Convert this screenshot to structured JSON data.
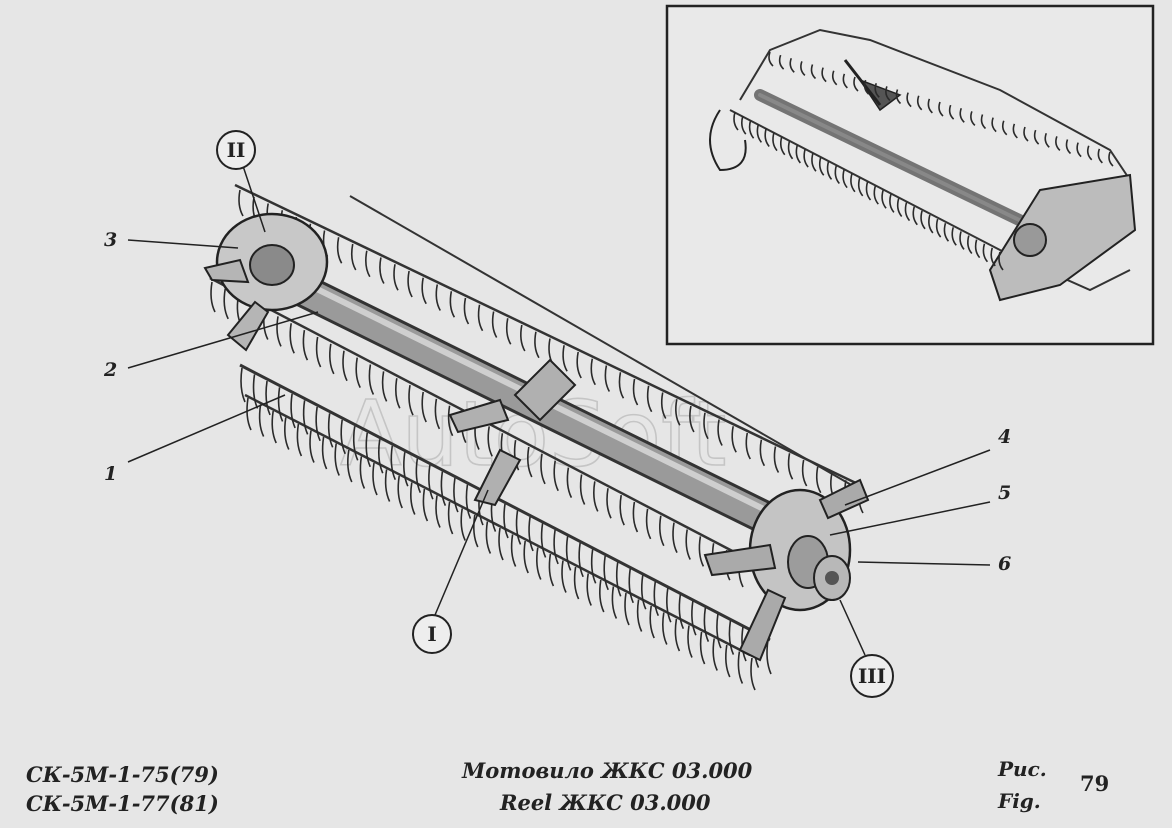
{
  "figure": {
    "watermark": "AutoSoft",
    "callouts": [
      "1",
      "2",
      "3",
      "4",
      "5",
      "6"
    ],
    "detail_views": [
      "I",
      "II",
      "III"
    ]
  },
  "footer": {
    "models": [
      "СК-5М-1-75(79)",
      "СК-5М-1-77(81)"
    ],
    "title_ru": "Мотовило ЖКС 03.000",
    "title_en": "Reel ЖКС 03.000",
    "fig_label_ru": "Рис.",
    "fig_label_en": "Fig.",
    "fig_number": "79"
  }
}
